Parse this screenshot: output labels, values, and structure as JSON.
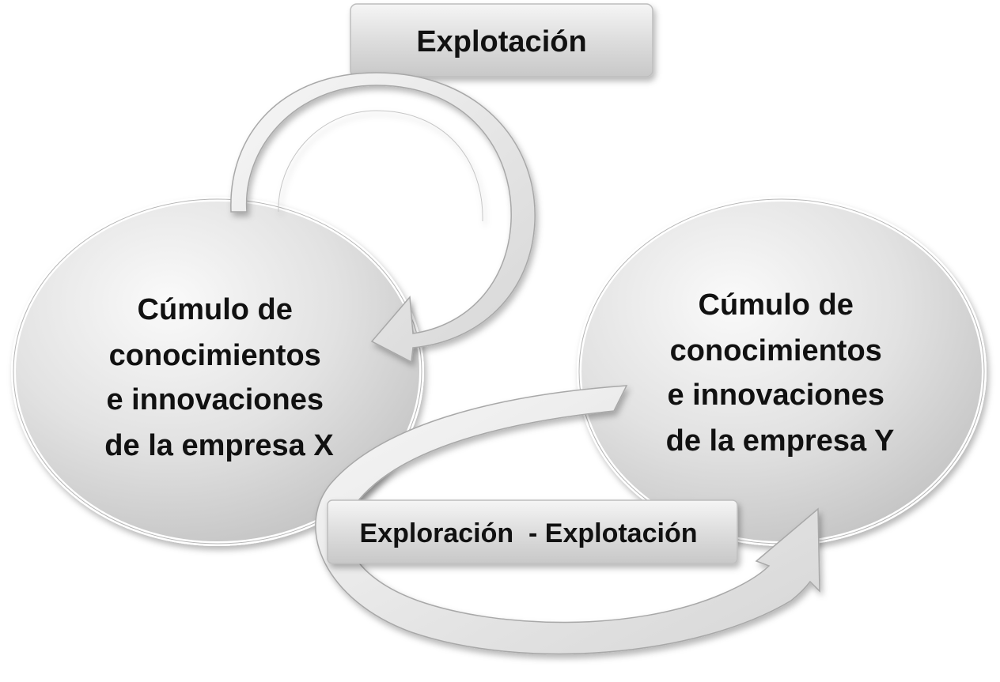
{
  "diagram": {
    "top_label": "Explotación",
    "bottom_label": "Exploración  - Explotación",
    "node_x": {
      "lines": [
        "Cúmulo de",
        "conocimientos",
        "e innovaciones",
        "de la empresa X"
      ]
    },
    "node_y": {
      "lines": [
        "Cúmulo de",
        "conocimientos",
        "e innovaciones",
        "de la empresa Y"
      ]
    }
  },
  "colors": {
    "fill_light": "#f4f4f4",
    "fill_mid": "#dedede",
    "fill_dark": "#bdbdbd",
    "outline": "#a8a8a8",
    "text": "#111111"
  }
}
